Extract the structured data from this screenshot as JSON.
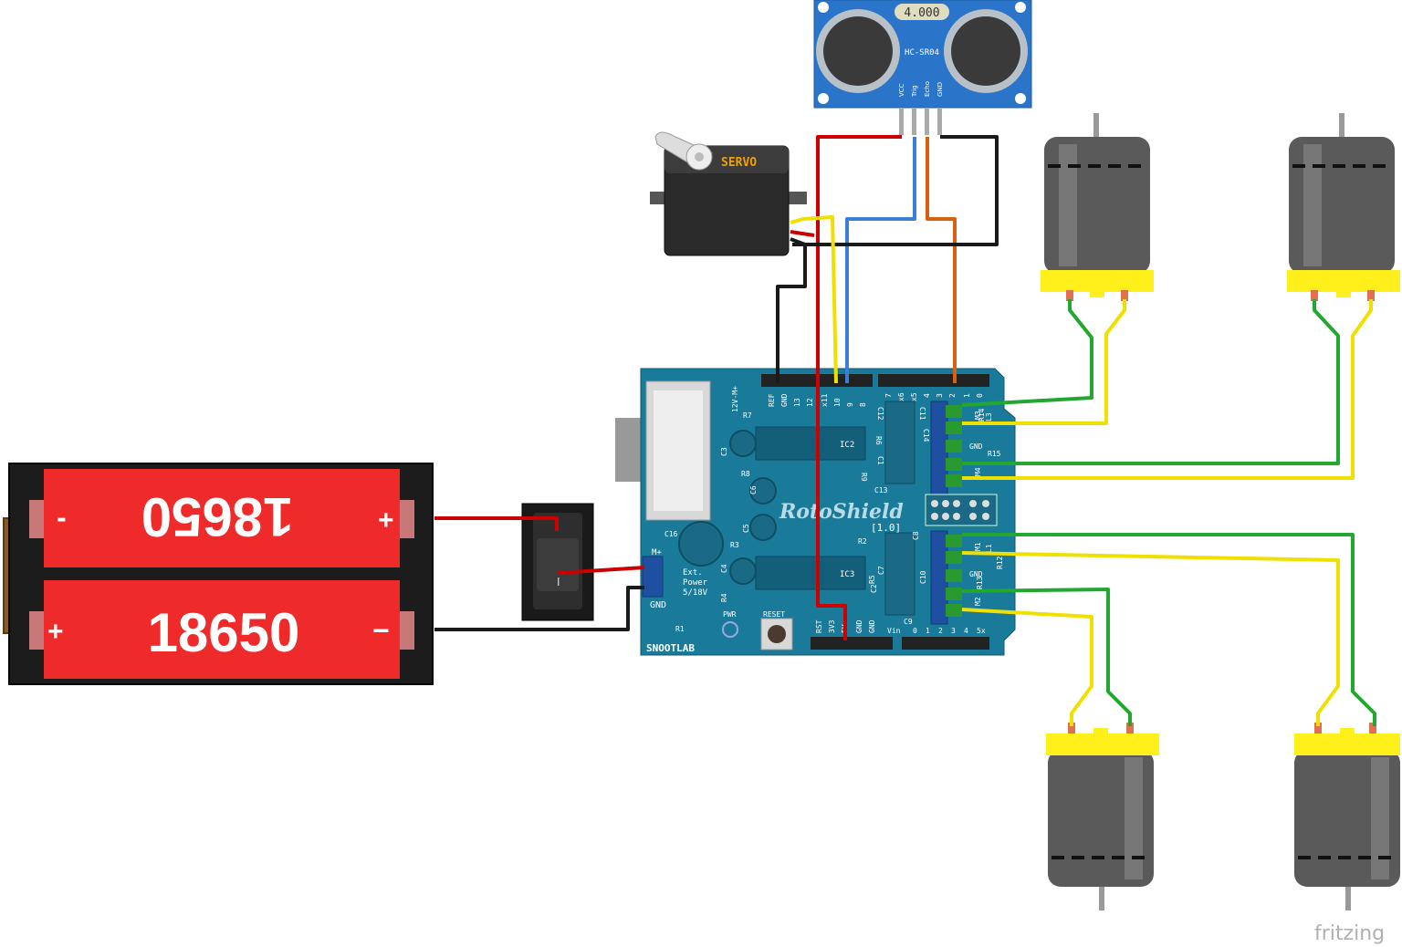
{
  "battery": {
    "cell_top": {
      "label": "18650",
      "minus": "-",
      "plus": "+"
    },
    "cell_bottom": {
      "label": "18650",
      "minus": "−",
      "plus": "+"
    }
  },
  "switch": {
    "mark": "I"
  },
  "sensor": {
    "display": "4.000",
    "model": "HC-SR04",
    "pins": [
      "VCC",
      "Trig",
      "Echo",
      "GND"
    ]
  },
  "servo": {
    "label": "SERVO"
  },
  "shield": {
    "brand": "RotoShield",
    "version": "[1.0]",
    "maker": "SNOOTLAB",
    "reset": "RESET",
    "pwr": "PWR",
    "ext_power": [
      "M+",
      "Ext.",
      "Power",
      "5/18V",
      "GND"
    ],
    "ic_labels": [
      "IC2",
      "IC3"
    ],
    "header_top_left": [
      "REF",
      "GND",
      "13",
      "12",
      "x11",
      "10",
      "9",
      "8"
    ],
    "header_top_right": [
      "7",
      "x6",
      "x5",
      "4",
      "3",
      "2",
      "1",
      "0"
    ],
    "header_bottom": [
      "RST",
      "3V3",
      "5V",
      "GND",
      "GND",
      "Vin"
    ],
    "header_bottom_right": [
      "0",
      "1",
      "2",
      "3",
      "4",
      "5x"
    ],
    "motor_terms": [
      "M3",
      "GND",
      "M4",
      "M1",
      "GND",
      "M2"
    ],
    "components": [
      "C16",
      "C3",
      "C6",
      "C5",
      "C4",
      "R7",
      "R8",
      "R3",
      "R4",
      "R1",
      "R2",
      "R5",
      "R6",
      "R9",
      "C12",
      "C11",
      "C14",
      "C13",
      "C8",
      "C10",
      "C7",
      "C2",
      "C1",
      "C9",
      "R14",
      "R15",
      "R12",
      "R13",
      "L1",
      "L3",
      "12V-M+"
    ]
  },
  "colors": {
    "wire_red": "#cc0000",
    "wire_black": "#1a1a1a",
    "wire_blue": "#3a7fd5",
    "wire_yellow": "#f0e000",
    "wire_orange": "#d86010",
    "wire_green": "#22a830",
    "board": "#1a7a9a",
    "battery_red": "#ee2a2a",
    "motor_yellow": "#ffef1a"
  },
  "watermark": "fritzing"
}
